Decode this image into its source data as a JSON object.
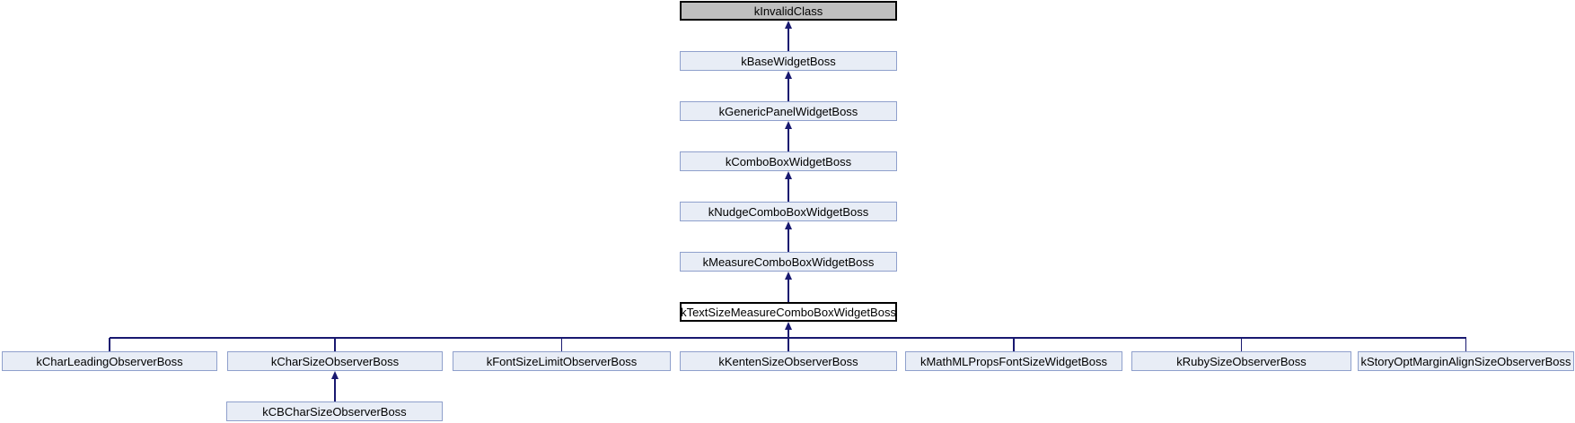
{
  "diagram": {
    "kind": "class-inheritance-graph",
    "colors": {
      "background": "#ffffff",
      "node_fill": "#e8edf6",
      "node_border": "#8fa0cc",
      "gray_node_fill": "#bfbfbf",
      "current_node_fill": "#ffffff",
      "black_border": "#000000",
      "edge": "#191970",
      "text": "#000000"
    },
    "nodes": [
      {
        "id": "kInvalidClass",
        "label": "kInvalidClass",
        "style": "gray",
        "clickable": false
      },
      {
        "id": "kBaseWidgetBoss",
        "label": "kBaseWidgetBoss",
        "style": "link",
        "clickable": true
      },
      {
        "id": "kGenericPanelWidgetBoss",
        "label": "kGenericPanelWidgetBoss",
        "style": "link",
        "clickable": true
      },
      {
        "id": "kComboBoxWidgetBoss",
        "label": "kComboBoxWidgetBoss",
        "style": "link",
        "clickable": true
      },
      {
        "id": "kNudgeComboBoxWidgetBoss",
        "label": "kNudgeComboBoxWidgetBoss",
        "style": "link",
        "clickable": true
      },
      {
        "id": "kMeasureComboBoxWidgetBoss",
        "label": "kMeasureComboBoxWidgetBoss",
        "style": "link",
        "clickable": true
      },
      {
        "id": "kTextSizeMeasureComboBoxWidgetBoss",
        "label": "kTextSizeMeasureComboBoxWidgetBoss",
        "style": "current",
        "clickable": false
      },
      {
        "id": "kCharLeadingObserverBoss",
        "label": "kCharLeadingObserverBoss",
        "style": "link",
        "clickable": true
      },
      {
        "id": "kCharSizeObserverBoss",
        "label": "kCharSizeObserverBoss",
        "style": "link",
        "clickable": true
      },
      {
        "id": "kFontSizeLimitObserverBoss",
        "label": "kFontSizeLimitObserverBoss",
        "style": "link",
        "clickable": true
      },
      {
        "id": "kKentenSizeObserverBoss",
        "label": "kKentenSizeObserverBoss",
        "style": "link",
        "clickable": true
      },
      {
        "id": "kMathMLPropsFontSizeWidgetBoss",
        "label": "kMathMLPropsFontSizeWidgetBoss",
        "style": "link",
        "clickable": true
      },
      {
        "id": "kRubySizeObserverBoss",
        "label": "kRubySizeObserverBoss",
        "style": "link",
        "clickable": true
      },
      {
        "id": "kStoryOptMarginAlignSizeObserverBoss",
        "label": "kStoryOptMarginAlignSizeObserverBoss",
        "style": "link",
        "clickable": true
      },
      {
        "id": "kCBCharSizeObserverBoss",
        "label": "kCBCharSizeObserverBoss",
        "style": "link",
        "clickable": true
      }
    ],
    "edges": [
      {
        "from": "kBaseWidgetBoss",
        "to": "kInvalidClass"
      },
      {
        "from": "kGenericPanelWidgetBoss",
        "to": "kBaseWidgetBoss"
      },
      {
        "from": "kComboBoxWidgetBoss",
        "to": "kGenericPanelWidgetBoss"
      },
      {
        "from": "kNudgeComboBoxWidgetBoss",
        "to": "kComboBoxWidgetBoss"
      },
      {
        "from": "kMeasureComboBoxWidgetBoss",
        "to": "kNudgeComboBoxWidgetBoss"
      },
      {
        "from": "kTextSizeMeasureComboBoxWidgetBoss",
        "to": "kMeasureComboBoxWidgetBoss"
      },
      {
        "from": "kCharLeadingObserverBoss",
        "to": "kTextSizeMeasureComboBoxWidgetBoss"
      },
      {
        "from": "kCharSizeObserverBoss",
        "to": "kTextSizeMeasureComboBoxWidgetBoss"
      },
      {
        "from": "kFontSizeLimitObserverBoss",
        "to": "kTextSizeMeasureComboBoxWidgetBoss"
      },
      {
        "from": "kKentenSizeObserverBoss",
        "to": "kTextSizeMeasureComboBoxWidgetBoss"
      },
      {
        "from": "kMathMLPropsFontSizeWidgetBoss",
        "to": "kTextSizeMeasureComboBoxWidgetBoss"
      },
      {
        "from": "kRubySizeObserverBoss",
        "to": "kTextSizeMeasureComboBoxWidgetBoss"
      },
      {
        "from": "kStoryOptMarginAlignSizeObserverBoss",
        "to": "kTextSizeMeasureComboBoxWidgetBoss"
      },
      {
        "from": "kCBCharSizeObserverBoss",
        "to": "kCharSizeObserverBoss"
      }
    ]
  }
}
